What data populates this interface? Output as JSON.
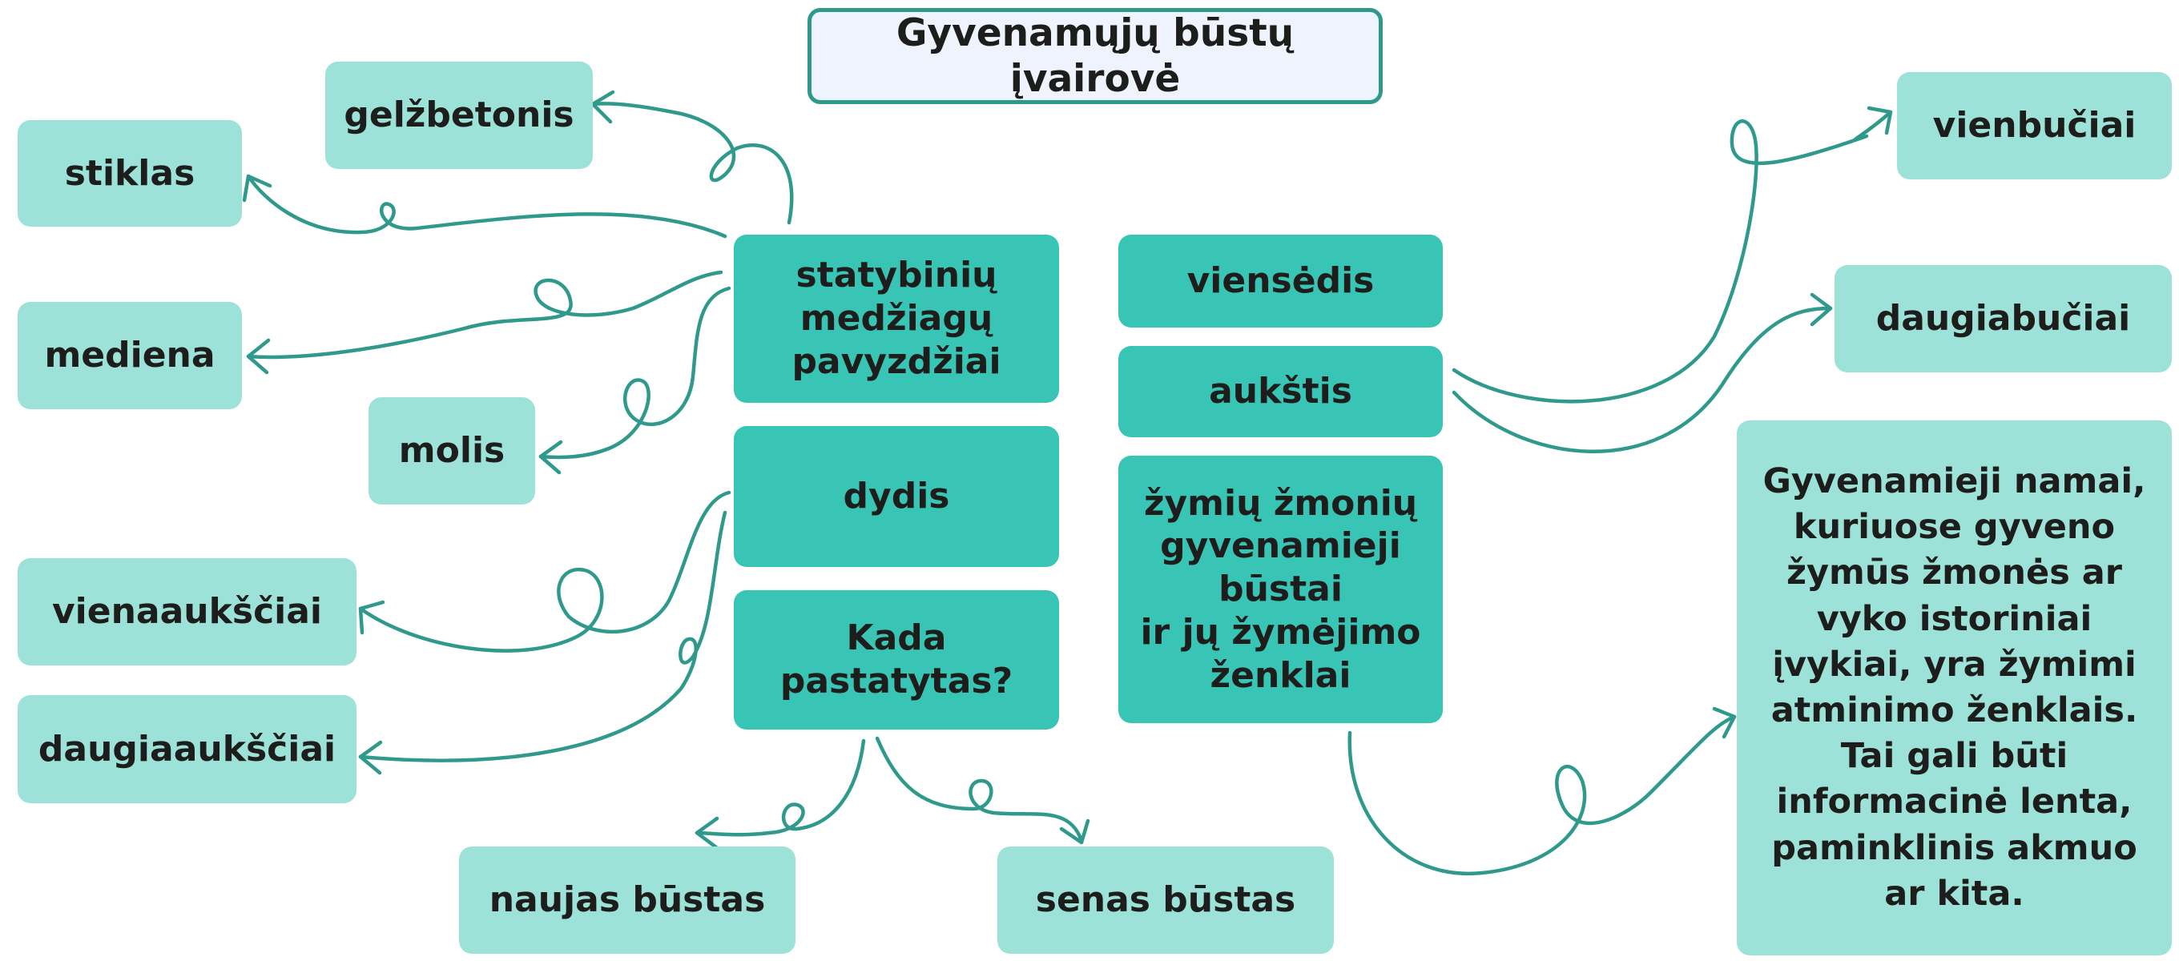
{
  "title": "Gyvenamųjų būstų įvairovė",
  "center_left": {
    "materials": "statybinių\nmedžiagų\npavyzdžiai",
    "size": "dydis",
    "when_built": "Kada\npastatytas?"
  },
  "center_right": {
    "single_estate": "viensėdis",
    "height": "aukštis",
    "famous": "žymių žmonių\ngyvenamieji\nbūstai\nir jų žymėjimo\nženklai"
  },
  "materials": {
    "reinforced_concrete": "gelžbetonis",
    "glass": "stiklas",
    "wood": "mediena",
    "clay": "molis"
  },
  "size": {
    "one_storey": "vienaaukščiai",
    "multi_storey": "daugiaaukščiai"
  },
  "age": {
    "new": "naujas būstas",
    "old": "senas būstas"
  },
  "height": {
    "single_family": "vienbučiai",
    "apartment": "daugiabučiai"
  },
  "famous_note": "Gyvenamieji namai,\nkuriuose gyveno\nžymūs žmonės ar\nvyko istoriniai\nįvykiai, yra žymimi\natminimo ženklais.\nTai gali būti\ninformacinė lenta,\npaminklinis akmuo\nar kita.",
  "colors": {
    "dark_node": "#38c5b5",
    "light_node": "#9de2d8",
    "arrow": "#2f9a8c",
    "title_bg": "#eef3fd"
  }
}
